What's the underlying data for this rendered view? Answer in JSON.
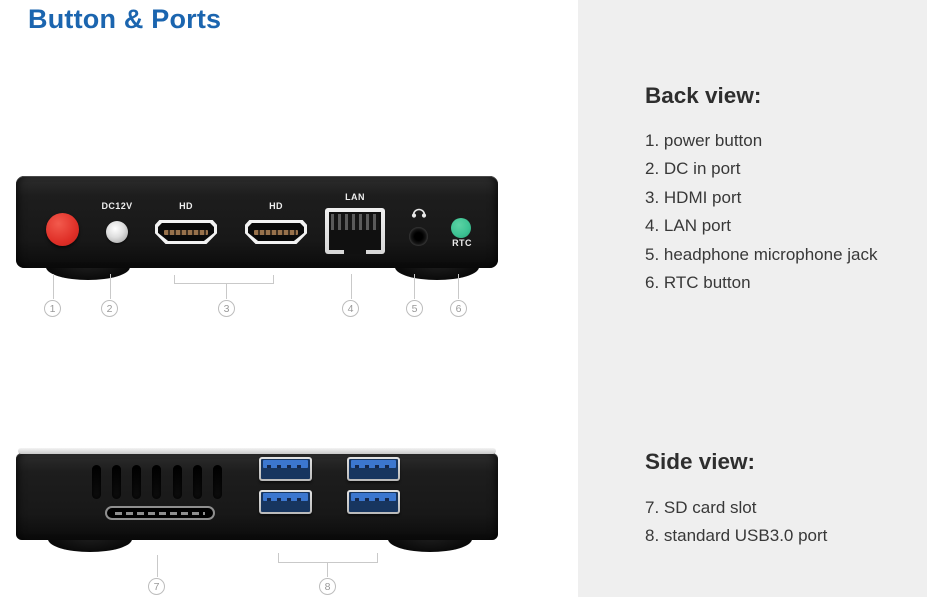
{
  "title": "Button & Ports",
  "colors": {
    "title_blue": "#1b65af",
    "panel_bg": "#efefef",
    "power_red": "#e03028",
    "rtc_green": "#3ec394",
    "usb_blue": "#3c77cf"
  },
  "back_view": {
    "heading": "Back view:",
    "items": [
      "1. power button",
      "2. DC in port",
      "3. HDMI port",
      "4. LAN port",
      "5. headphone microphone jack",
      "6. RTC button"
    ],
    "port_labels": {
      "dc": "DC12V",
      "hdmi_1": "HD",
      "hdmi_2": "HD",
      "lan": "LAN",
      "rtc": "RTC"
    },
    "icons": {
      "headphone": "headphone-icon"
    },
    "callouts": [
      "1",
      "2",
      "3",
      "4",
      "5",
      "6"
    ]
  },
  "side_view": {
    "heading": "Side view:",
    "items": [
      "7. SD card slot",
      "8. standard USB3.0 port"
    ],
    "callouts": [
      "7",
      "8"
    ]
  }
}
